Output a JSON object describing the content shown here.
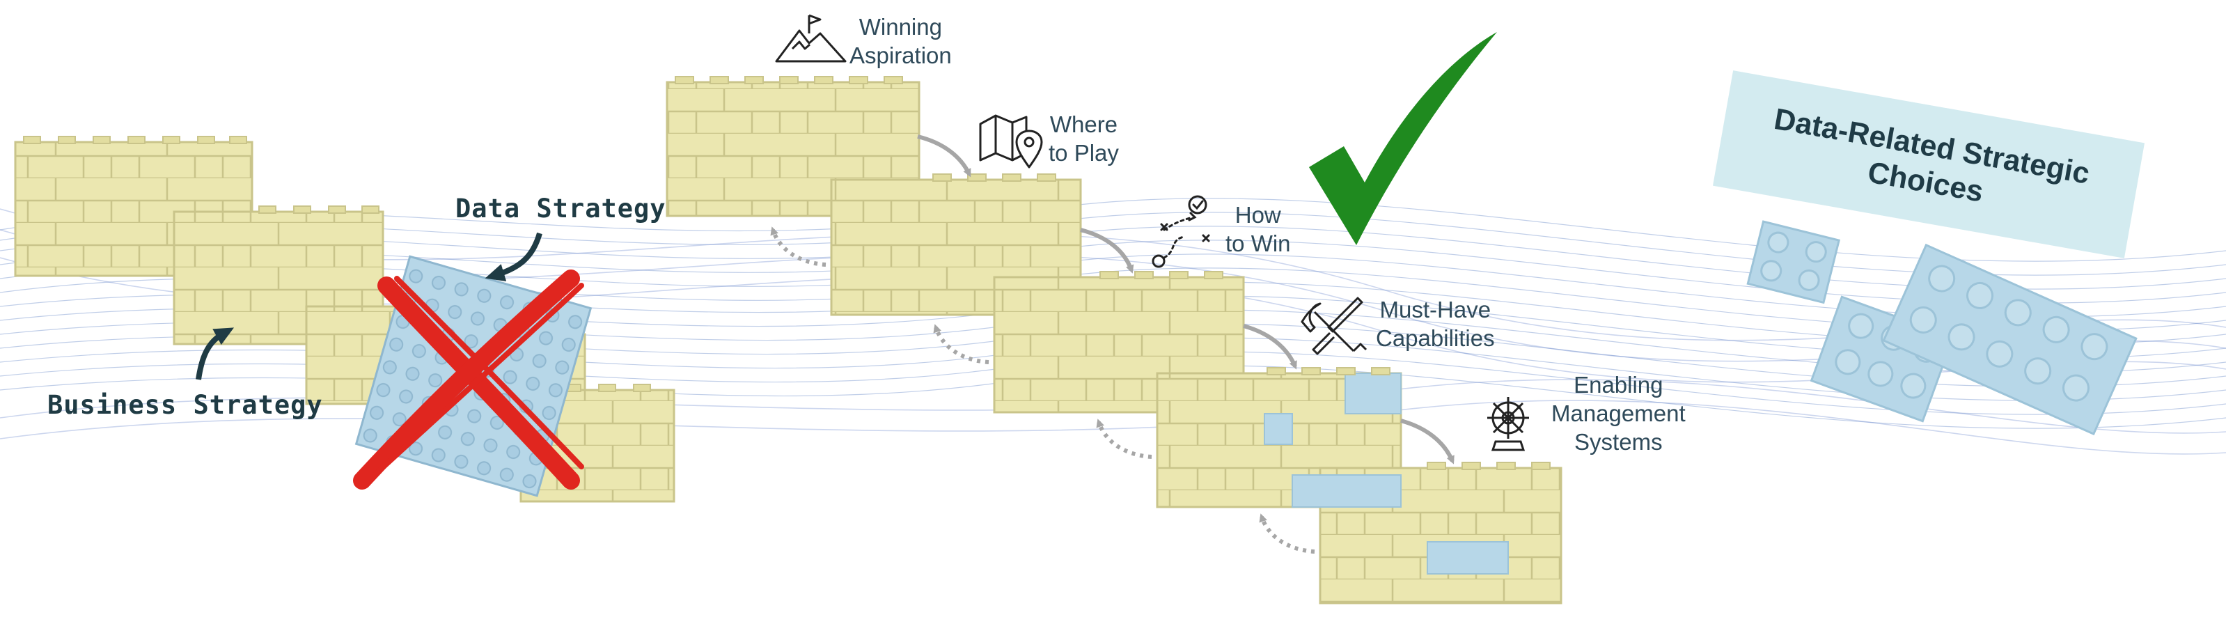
{
  "labels": {
    "data_strategy": "Data Strategy",
    "business_strategy": "Business Strategy",
    "choices_line1": "Data-Related Strategic",
    "choices_line2": "Choices"
  },
  "steps": [
    {
      "line1": "Winning",
      "line2": "Aspiration",
      "icon": "mountain-flag-icon"
    },
    {
      "line1": "Where",
      "line2": "to Play",
      "icon": "map-pin-icon"
    },
    {
      "line1": "How",
      "line2": "to Win",
      "icon": "play-diagram-icon"
    },
    {
      "line1": "Must-Have",
      "line2": "Capabilities",
      "icon": "tools-icon"
    },
    {
      "line1": "Enabling",
      "line2": "Management",
      "line3": "Systems",
      "icon": "ship-wheel-icon"
    }
  ],
  "colors": {
    "brick": "#ebe7b0",
    "brick_edge": "#c9c48a",
    "data_brick": "#b7d7e8",
    "check": "#1f8a1f",
    "cross": "#e0261f",
    "arrow": "#a6a6a6",
    "choices_panel": "#d3ebf0",
    "label": "#2f4a5a"
  }
}
